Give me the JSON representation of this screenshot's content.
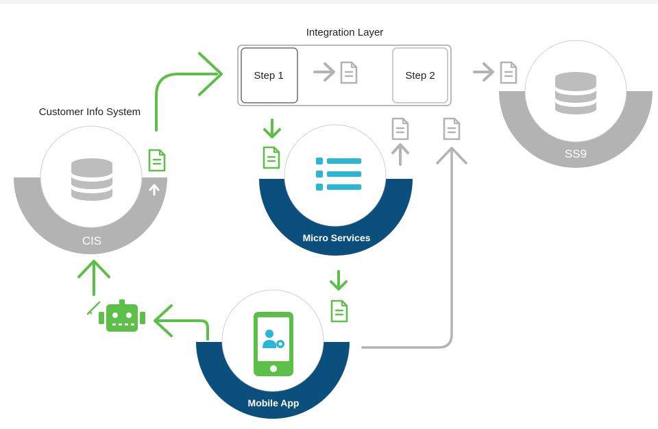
{
  "integration_layer": {
    "title": "Integration Layer",
    "step1": "Step 1",
    "step2": "Step 2"
  },
  "nodes": {
    "cis": {
      "caption": "Customer Info System",
      "label": "CIS"
    },
    "micro_services": {
      "label": "Micro Services"
    },
    "mobile_app": {
      "label": "Mobile App"
    },
    "ss9": {
      "label": "SS9"
    }
  },
  "colors": {
    "green": "#5cbf48",
    "gray": "#b3b3b3",
    "dark_gray": "#a6a6a6",
    "navy": "#0b4f7d",
    "teal": "#29b7d3",
    "db_icon": "#bdbdbd"
  },
  "icons": [
    "database-icon",
    "document-icon",
    "arrow-icon",
    "list-icon",
    "phone-icon",
    "robot-icon",
    "pencil-icon"
  ]
}
